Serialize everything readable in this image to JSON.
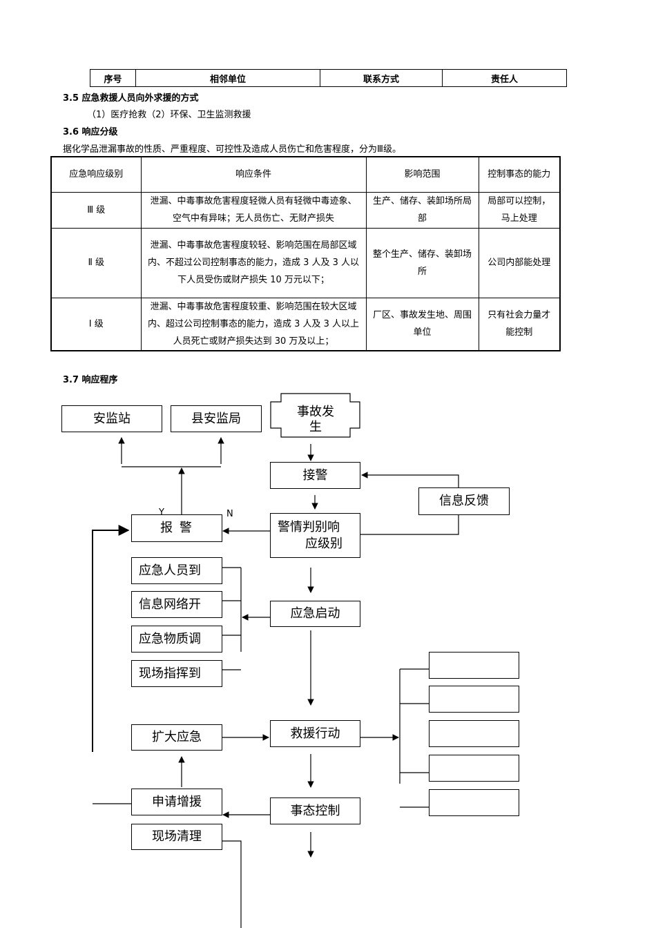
{
  "contact_table": {
    "headers": [
      "序号",
      "相邻单位",
      "联系方式",
      "责任人"
    ]
  },
  "section_3_5": {
    "title": "3.5 应急救援人员向外求援的方式",
    "content": "（1）医疗抢救（2）环保、卫生监测救援"
  },
  "section_3_6": {
    "title": "3.6 响应分级",
    "intro": "据化学品泄漏事故的性质、严重程度、可控性及造成人员伤亡和危害程度，分为Ⅲ级。",
    "table": {
      "headers": [
        "应急响应级别",
        "响应条件",
        "影响范围",
        "控制事态的能力"
      ],
      "rows": [
        {
          "level": "Ⅲ 级",
          "condition": "泄漏、中毒事故危害程度轻微人员有轻微中毒迹象、空气中有异味；无人员伤亡、无财产损失",
          "scope": "生产、储存、装卸场所局部",
          "control": "局部可以控制，马上处理"
        },
        {
          "level": "Ⅱ 级",
          "condition": "泄漏、中毒事故危害程度较轻、影响范围在局部区域内、不超过公司控制事态的能力，造成 3 人及 3 人以下人员受伤或财产损失 10 万元以下；",
          "scope": "整个生产、储存、装卸场所",
          "control": "公司内部能处理"
        },
        {
          "level": "Ⅰ 级",
          "condition": "泄漏、中毒事故危害程度较重、影响范围在较大区域内、超过公司控制事态的能力，造成 3 人及 3 人以上人员死亡或财产损失达到 30 万及以上；",
          "scope": "厂区、事故发生地、周围单位",
          "control": "只有社会力量才能控制"
        }
      ]
    }
  },
  "section_3_7": {
    "title": "3.7 响应程序",
    "flow": {
      "anjianzhan": "安监站",
      "xian_anjianju": "县安监局",
      "accident": "事故发生",
      "receive_alarm": "接警",
      "feedback": "信息反馈",
      "report": "报  警",
      "judge_line1": "警情判别响",
      "judge_line2": "应级别",
      "label_y": "Y",
      "label_n": "N",
      "staff_arrive": "应急人员到",
      "info_network": "信息网络开",
      "material_dispatch": "应急物质调",
      "site_command": "现场指挥到",
      "start": "应急启动",
      "expand": "扩大应急",
      "rescue": "救援行动",
      "request_more": "申请增援",
      "control": "事态控制",
      "site_clean": "现场清理"
    }
  }
}
